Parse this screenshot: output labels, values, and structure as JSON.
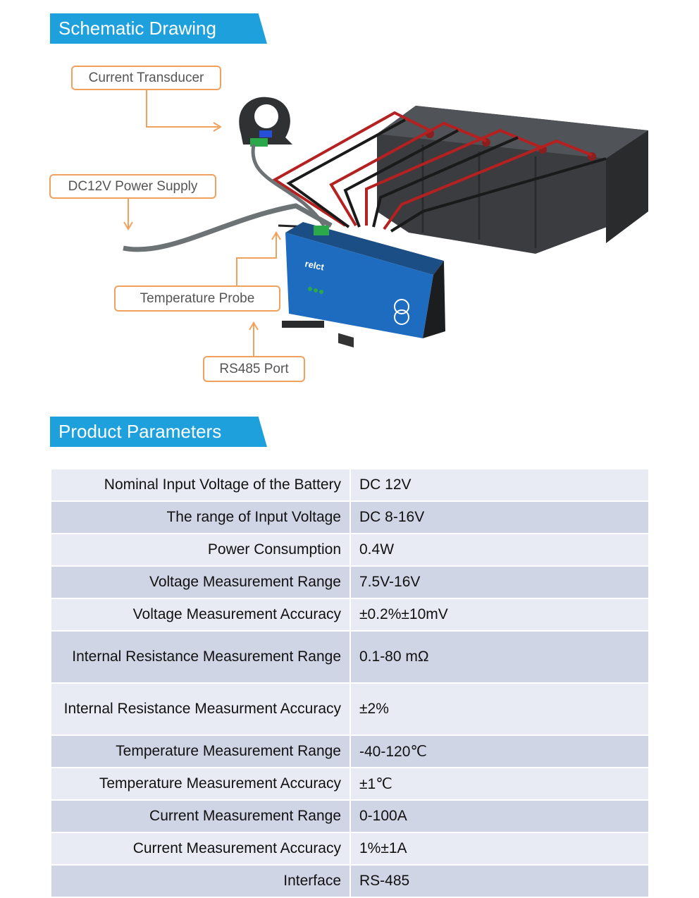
{
  "sections": {
    "schematic_title": "Schematic Drawing",
    "params_title": "Product Parameters"
  },
  "callouts": {
    "current_transducer": "Current Transducer",
    "power_supply": "DC12V Power Supply",
    "temperature_probe": "Temperature Probe",
    "rs485_port": "RS485 Port"
  },
  "device": {
    "brand": "relct"
  },
  "params": [
    {
      "label": "Nominal Input Voltage of the Battery",
      "value": "DC 12V"
    },
    {
      "label": "The range of Input Voltage",
      "value": "DC 8-16V"
    },
    {
      "label": "Power Consumption",
      "value": "0.4W"
    },
    {
      "label": "Voltage Measurement Range",
      "value": "7.5V-16V"
    },
    {
      "label": "Voltage Measurement Accuracy",
      "value": "±0.2%±10mV"
    },
    {
      "label": "Internal Resistance Measurement Range",
      "value": "0.1-80 mΩ"
    },
    {
      "label": "Internal Resistance Measurment Accuracy",
      "value": "±2%"
    },
    {
      "label": "Temperature Measurement Range",
      "value": "-40-120℃"
    },
    {
      "label": "Temperature Measurement Accuracy",
      "value": "±1℃"
    },
    {
      "label": "Current Measurement Range",
      "value": "0-100A"
    },
    {
      "label": "Current Measurement Accuracy",
      "value": "1%±1A"
    },
    {
      "label": "Interface",
      "value": "RS-485"
    }
  ],
  "colors": {
    "accent": "#1ea0dc",
    "callout_border": "#f0a15e"
  }
}
